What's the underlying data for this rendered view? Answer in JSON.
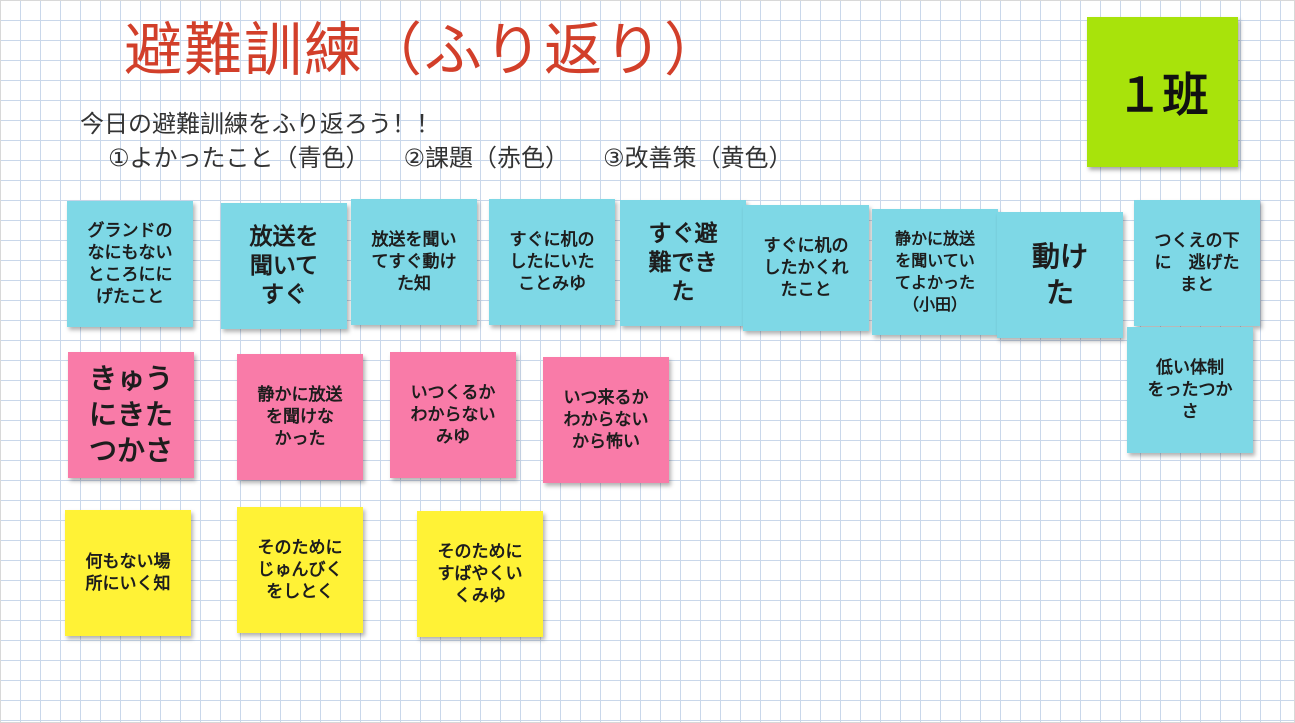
{
  "slide": {
    "title": "避難訓練（ふり返り）",
    "subtitle": "今日の避難訓練をふり返ろう！！",
    "legend": [
      "①よかったこと（青色）",
      "②課題（赤色）",
      "③改善策（黄色）"
    ],
    "team_label": "１班"
  },
  "notes": {
    "blue": [
      "グランドの\nなにもない\nところにに\nげたこと",
      "放送を\n聞いて\nすぐ",
      "放送を聞い\nてすぐ動け\nた知",
      "すぐに机の\nしたにいた\nことみゆ",
      "すぐ避\n難でき\nた",
      "すぐに机の\nしたかくれ\nたこと",
      "静かに放送\nを聞いてい\nてよかった\n（小田）",
      "動け\nた",
      "つくえの下\nに　逃げた\nまと",
      "低い体制\nをったつか\nさ"
    ],
    "pink": [
      "きゅう\nにきた\nつかさ",
      "静かに放送\nを聞けな\nかった",
      "いつくるか\nわからない\nみゆ",
      "いつ来るか\nわからない\nから怖い"
    ],
    "yellow": [
      "何もない場\n所にいく知",
      "そのために\nじゅんびく\nをしとく",
      "そのために\nすばやくい\nくみゆ"
    ]
  },
  "colors": {
    "title": "#d23f2a",
    "blue_note": "#7ed8e6",
    "pink_note": "#f97ba8",
    "yellow_note": "#fff236",
    "team_box": "#a8e30b"
  }
}
